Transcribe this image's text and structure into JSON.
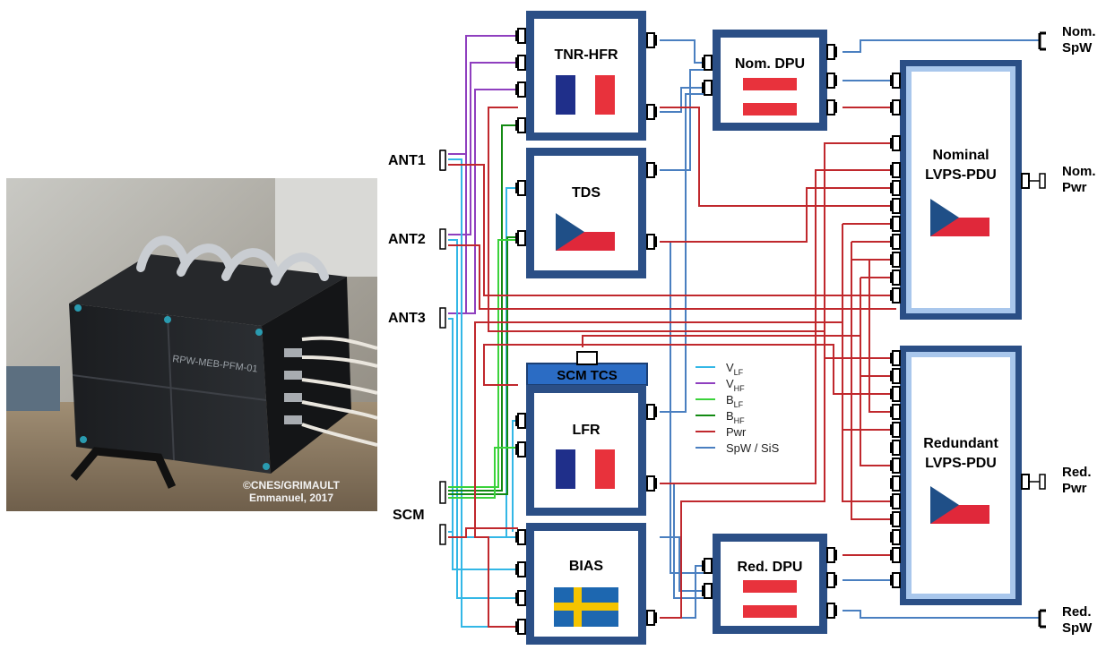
{
  "photo": {
    "plate_text": "RPW-MEB-PFM-01",
    "credit_line1": "©CNES/GRIMAULT",
    "credit_line2": "Emmanuel, 2017"
  },
  "boxes": {
    "tnr_hfr": "TNR-HFR",
    "tds": "TDS",
    "scm_tcs": "SCM TCS",
    "lfr": "LFR",
    "bias": "BIAS",
    "nom_dpu": "Nom. DPU",
    "red_dpu": "Red. DPU",
    "nom_lvps_line1": "Nominal",
    "nom_lvps_line2": "LVPS-PDU",
    "red_lvps_line1": "Redundant",
    "red_lvps_line2": "LVPS-PDU"
  },
  "inputs": [
    "ANT1",
    "ANT2",
    "ANT3",
    "SCM"
  ],
  "outputs": {
    "nom_spw": [
      "Nom.",
      "SpW"
    ],
    "nom_pwr": [
      "Nom.",
      "Pwr"
    ],
    "red_pwr": [
      "Red.",
      "Pwr"
    ],
    "red_spw": [
      "Red.",
      "SpW"
    ]
  },
  "legend": [
    {
      "main": "V",
      "sub": "LF",
      "color": "#33b7e6"
    },
    {
      "main": "V",
      "sub": "HF",
      "color": "#8f3fbf"
    },
    {
      "main": "B",
      "sub": "LF",
      "color": "#3bd23b"
    },
    {
      "main": "B",
      "sub": "HF",
      "color": "#138a13"
    },
    {
      "main": "Pwr",
      "sub": "",
      "color": "#c0282d"
    },
    {
      "main": "SpW / SiS",
      "sub": "",
      "color": "#4a7fc0"
    }
  ],
  "colors": {
    "box_border": "#2b4f86",
    "box_inner": "#a9c7ec",
    "france_blue": "#1f2f8a",
    "france_red": "#e8323c",
    "czech_blue": "#1f4f87",
    "czech_red": "#e0283a",
    "sweden_blue": "#1d67b0",
    "sweden_yellow": "#f5c400",
    "austria_red": "#e8323c"
  }
}
